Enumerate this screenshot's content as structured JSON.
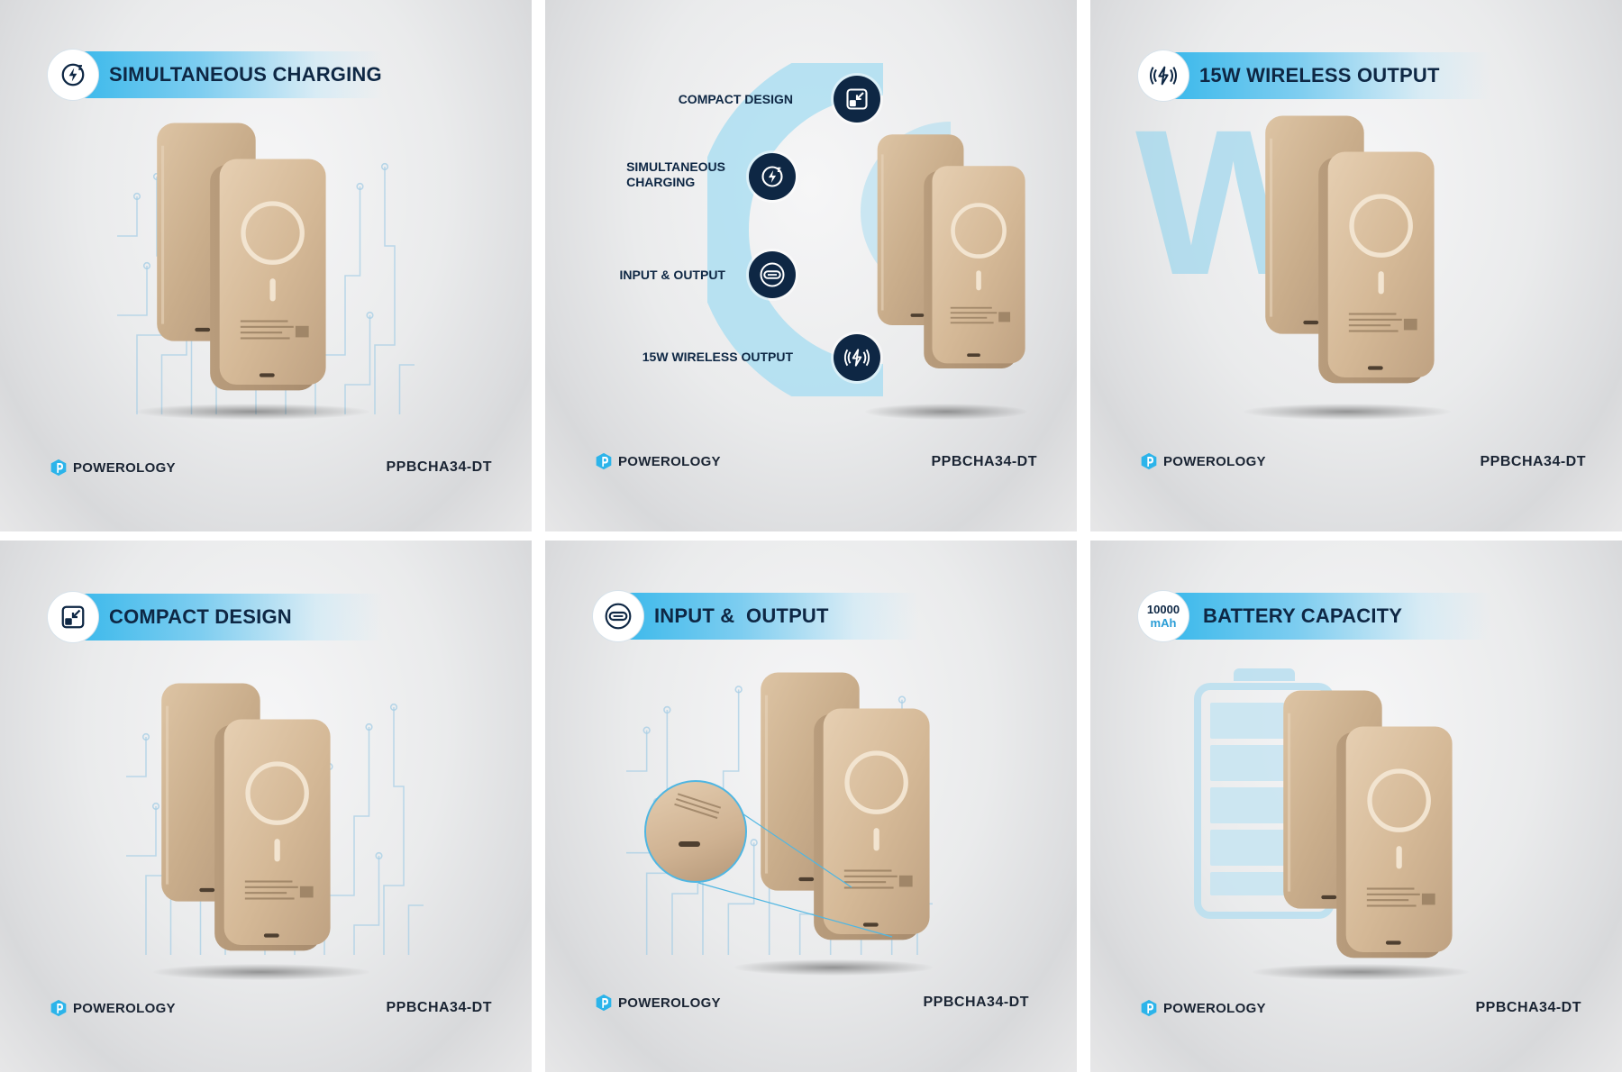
{
  "brand": {
    "name": "POWEROLOGY",
    "logo_icon": "powerology-logo-icon",
    "accent": "#2cb4ea",
    "navy": "#0e2744"
  },
  "model_number": "PPBCHA34-DT",
  "panels": [
    {
      "title": "SIMULTANEOUS CHARGING",
      "icon": "charging-plug-icon"
    },
    {
      "features": [
        {
          "label": "COMPACT DESIGN",
          "icon": "compact-arrow-icon"
        },
        {
          "label": "SIMULTANEOUS\nCHARGING",
          "icon": "charging-plug-icon"
        },
        {
          "label": "INPUT & OUTPUT",
          "icon": "usb-port-icon"
        },
        {
          "label": "15W WIRELESS OUTPUT",
          "icon": "wireless-bolt-icon"
        }
      ]
    },
    {
      "title": "15W WIRELESS OUTPUT",
      "icon": "wireless-bolt-icon",
      "watermark": "W"
    },
    {
      "title": "COMPACT DESIGN",
      "icon": "compact-arrow-icon"
    },
    {
      "title": "INPUT &  OUTPUT",
      "icon": "usb-port-icon"
    },
    {
      "title": "BATTERY CAPACITY",
      "icon": "battery-icon",
      "capacity_value": "10000",
      "capacity_unit": "mAh"
    }
  ]
}
